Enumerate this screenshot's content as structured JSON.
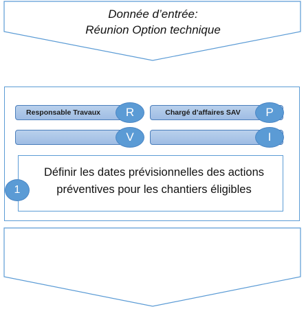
{
  "input": {
    "line1": "Donnée d’entrée:",
    "line2": "Réunion Option technique"
  },
  "roles": {
    "r": {
      "label": "Responsable Travaux",
      "letter": "R"
    },
    "p": {
      "label": "Chargé d’affaires SAV",
      "letter": "P"
    },
    "v": {
      "label": "",
      "letter": "V"
    },
    "i": {
      "label": "",
      "letter": "I"
    }
  },
  "task": {
    "number": "1",
    "line1": "Définir les dates prévisionnelles des actions",
    "line2": "préventives pour les chantiers éligibles"
  },
  "colors": {
    "accent": "#5b9bd5",
    "bar_fill": "#a8c4e8",
    "border": "#4a7ebb"
  }
}
